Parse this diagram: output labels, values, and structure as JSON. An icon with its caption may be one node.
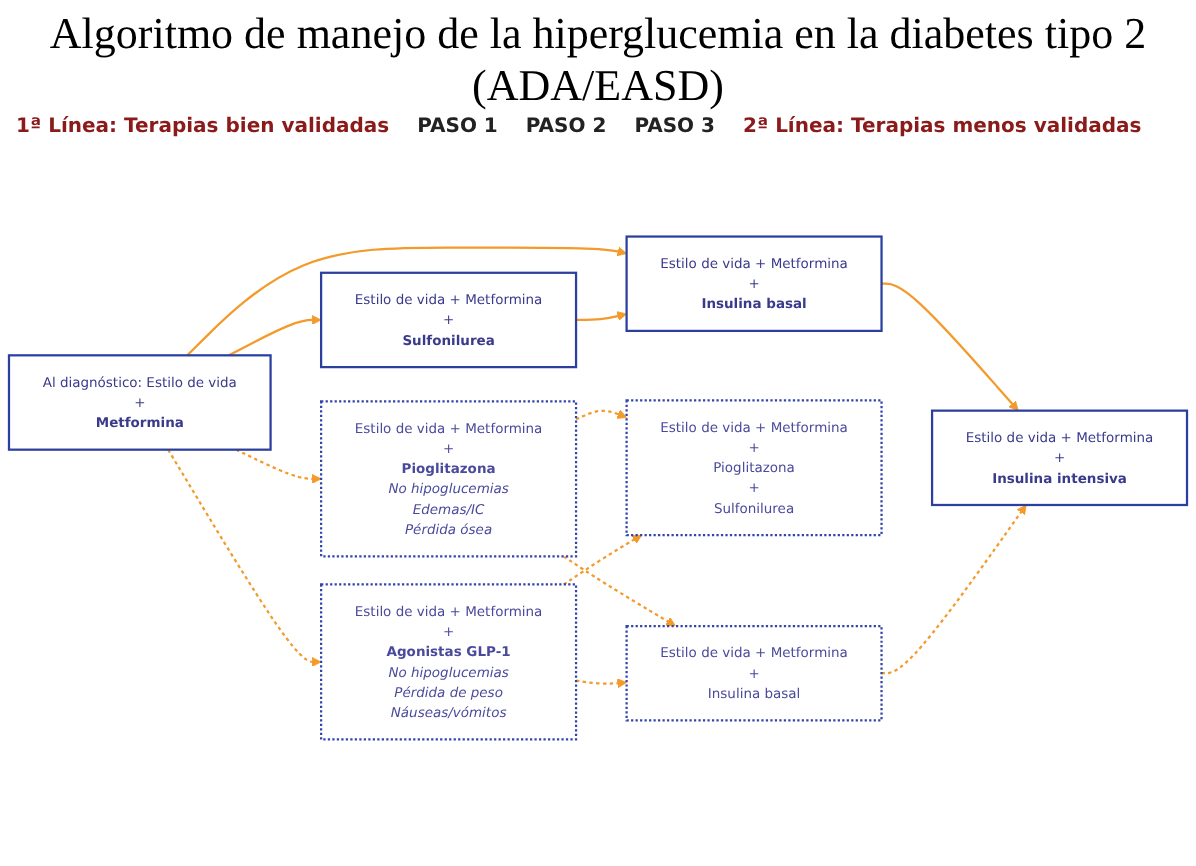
{
  "diagram": {
    "title": "Algoritmo de manejo de la hiperglucemia en la diabetes tipo 2 (ADA/EASD)",
    "nodes": [
      {
        "text": [
          "Al diagnóstico: Estilo de vida",
          "+",
          "Metformina"
        ]
      },
      {
        "text": [
          "Estilo de vida + Metformina",
          "+",
          "Insulina basal"
        ]
      },
      {
        "text": [
          "Estilo de vida + Metformina",
          "+",
          "Sulfonilurea"
        ]
      },
      {
        "text": [
          "Estilo de vida + Metformina",
          "+",
          "Insulina intensiva"
        ]
      },
      {
        "text": [
          "Estilo de vida + Metformina",
          "+",
          "Pioglitazona",
          "No hipoglucemias",
          "Edemas/IC",
          "Pérdida ósea"
        ]
      },
      {
        "text": [
          "Estilo de vida + Metformina",
          "+",
          "Agonistas GLP-1",
          "No hipoglucemias",
          "Pérdida de peso",
          "Náuseas/vómitos"
        ]
      },
      {
        "text": [
          "Estilo de vida + Metformina",
          "+",
          "Pioglitazona",
          "+",
          "Sulfonilurea"
        ]
      },
      {
        "text": [
          "Estilo de vida + Metformina",
          "+",
          "Insulina basal"
        ]
      }
    ],
    "edges": [
      {
        "from": 0,
        "to": 1,
        "arrow": "to"
      },
      {
        "from": 0,
        "to": 2,
        "arrow": "to"
      },
      {
        "from": 2,
        "to": 1,
        "arrow": "to"
      },
      {
        "from": 1,
        "to": 3,
        "arrow": "to"
      },
      {
        "from": 0,
        "to": 4,
        "arrow": "to",
        "style": "dashed"
      },
      {
        "from": 0,
        "to": 5,
        "arrow": "to",
        "style": "dashed"
      },
      {
        "from": 4,
        "to": 6,
        "arrow": "to",
        "style": "dashed"
      },
      {
        "from": 4,
        "to": 7,
        "arrow": "to",
        "style": "dashed"
      },
      {
        "from": 5,
        "to": 6,
        "arrow": "to",
        "style": "dashed"
      },
      {
        "from": 5,
        "to": 7,
        "arrow": "to",
        "style": "dashed"
      },
      {
        "from": 7,
        "to": 3,
        "arrow": "to",
        "style": "dashed"
      }
    ],
    "labels": [
      "1ª Línea: Terapias bien validadas",
      "PASO 1",
      "PASO 2",
      "PASO 3",
      "2ª Línea: Terapias menos validadas"
    ]
  }
}
